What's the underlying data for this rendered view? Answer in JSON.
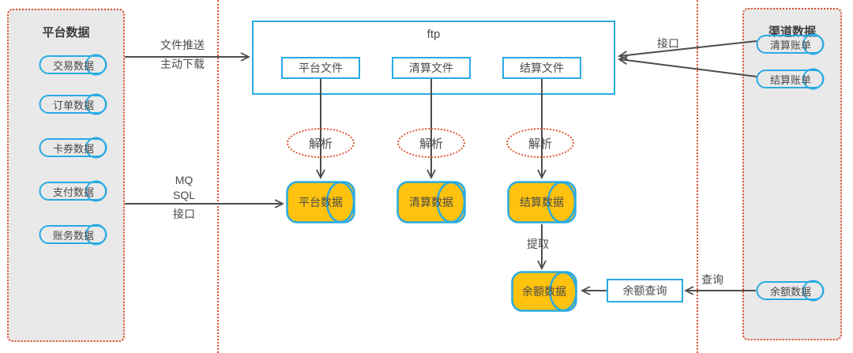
{
  "colors": {
    "node_stroke_blue": "#29abe2",
    "store_fill_orange": "#ffc20e",
    "dotted_red": "#e1502e",
    "panel_gray": "#e9e9e9",
    "arrow_gray": "#4d4d4d"
  },
  "left_panel": {
    "title": "平台数据",
    "items": [
      "交易数据",
      "订单数据",
      "卡券数据",
      "支付数据",
      "账务数据"
    ]
  },
  "right_panel": {
    "title": "渠道数据",
    "items": [
      "清算账单",
      "结算账单",
      "余额数据"
    ]
  },
  "ftp_box": {
    "title": "ftp",
    "files": [
      "平台文件",
      "清算文件",
      "结算文件"
    ]
  },
  "parse_ellipses": [
    "解析",
    "解析",
    "解析"
  ],
  "data_stores": [
    "平台数据",
    "清算数据",
    "结算数据"
  ],
  "balance_store": "余额数据",
  "balance_query": "余额查询",
  "arrow_labels": {
    "file_push": "文件推送",
    "active_download": "主动下载",
    "mq": "MQ",
    "sql": "SQL",
    "interface_left": "接口",
    "interface_right": "接口",
    "extract": "提取",
    "query": "查询"
  }
}
